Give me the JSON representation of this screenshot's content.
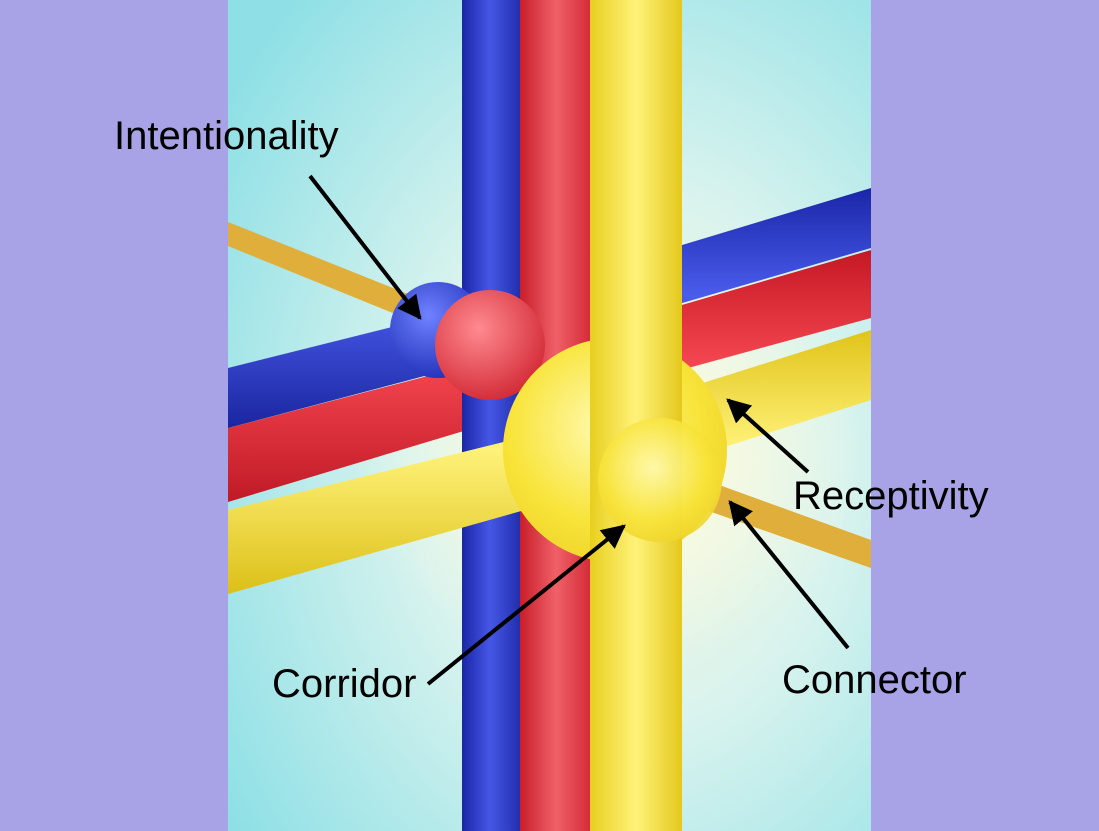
{
  "labels": {
    "intentionality": "Intentionality",
    "receptivity": "Receptivity",
    "corridor": "Corridor",
    "connector": "Connector"
  },
  "colors": {
    "background": "#a8a2e6",
    "panel": "#bfeef0",
    "blue": "#2f3fd0",
    "red": "#e8343c",
    "yellow": "#f7e23a",
    "connector_rod": "#e0ae3a",
    "arrow": "#000000"
  }
}
